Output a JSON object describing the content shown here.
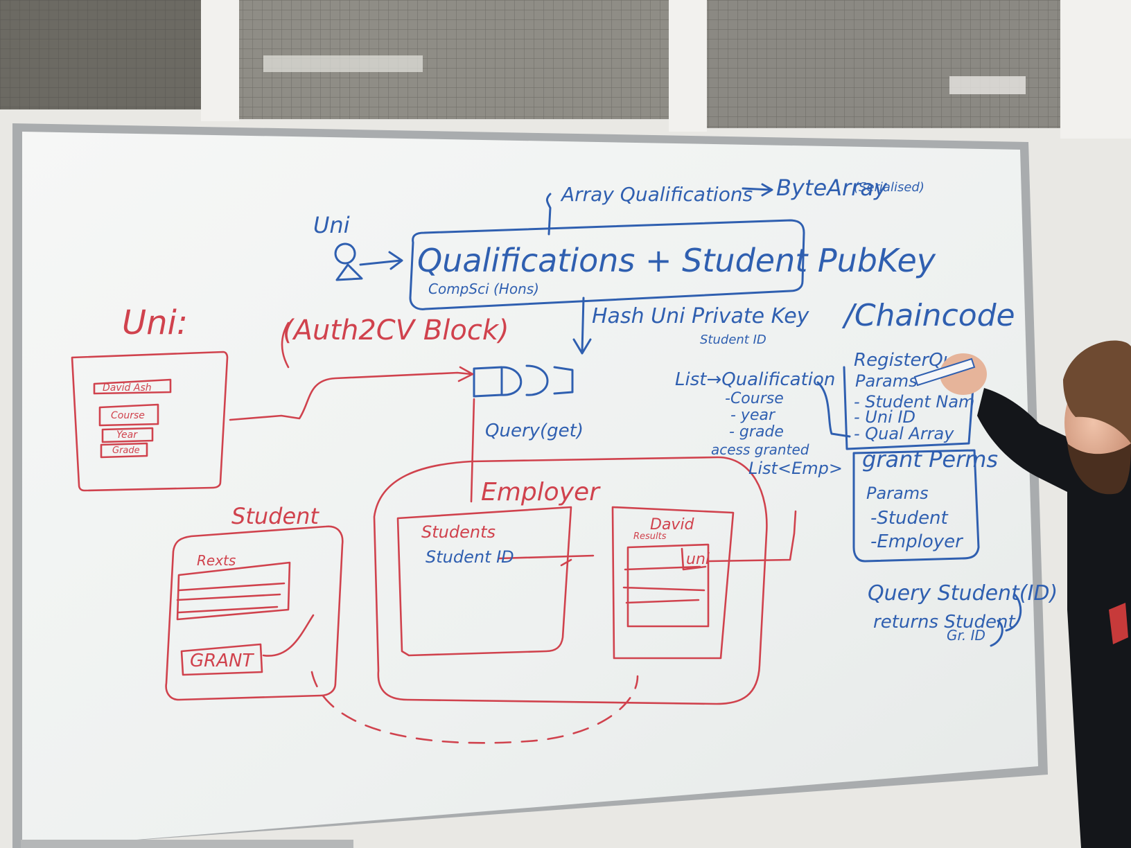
{
  "scene": {
    "colors": {
      "wall": "#e9e8e4",
      "ceiling": "#6c6a63",
      "board": "#f2f4f3",
      "frame": "#a9acae",
      "blue_marker": "#2f5fb0",
      "red_marker": "#d0424d",
      "sweater": "#14161a",
      "skin": "#e6b49a"
    }
  },
  "board": {
    "top": {
      "array_note": "Array Qualifications",
      "arrow_text": "→",
      "bytearray": "ByteArray",
      "serialised": "(Serialised)",
      "uni_label": "Uni",
      "box_title": "Qualifications + Student PubKey",
      "box_sub": "CompSci (Hons)",
      "hash_note": "Hash Uni Private Key"
    },
    "middle": {
      "uni_heading": "Uni:",
      "block_label": "(Auth2CV   Block)",
      "form_name": "David Ash",
      "form_course": "Course",
      "form_year": "Year",
      "form_grade": "Grade",
      "query_get": "Query(get)",
      "student_id_small": "Student ID",
      "list_qual": "List→Qualification",
      "qual_items": [
        "-Course",
        "- year",
        "- grade"
      ],
      "access_granted": "acess granted",
      "list_emp": "List<Emp>"
    },
    "bottom": {
      "student_label": "Student",
      "results_label": "Rexts",
      "grant_button": "GRANT",
      "employer_label": "Employer",
      "students_label": "Students",
      "student_id_label": "Student ID",
      "david_label": "David",
      "results_small": "Results",
      "uni_tag": "uni"
    },
    "chaincode": {
      "title": "/Chaincode",
      "register": "RegisterQu",
      "params": "Params",
      "reg_params": [
        "- Student Nam",
        "- Uni ID",
        "- Qual Array"
      ],
      "grant_title": "grant Perms",
      "grant_params_label": "Params",
      "grant_params": [
        "-Student",
        "-Employer"
      ],
      "query_line": "Query Student(ID)",
      "returns_line": "returns Student",
      "returns_sub": "Gr. ID"
    }
  }
}
